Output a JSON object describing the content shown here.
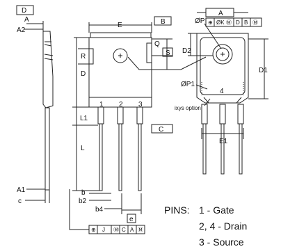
{
  "dims": {
    "D_side": "D",
    "A": "A",
    "A2": "A2",
    "A1": "A1",
    "c": "c",
    "E": "E",
    "B": "B",
    "Q": "Q",
    "S": "S",
    "R": "R",
    "D": "D",
    "L1": "L1",
    "L": "L",
    "C": "C",
    "b": "b",
    "b2": "b2",
    "b4": "b4",
    "e": "e",
    "A_right": "A",
    "P": "ØP",
    "D2": "D2",
    "D1": "D1",
    "P1": "ØP1",
    "E1": "E1"
  },
  "pin_numbers": [
    "1",
    "2",
    "3"
  ],
  "tab_number": "4",
  "ixys_option": "ixys option",
  "frame_top": {
    "symbol": "⊕",
    "cells": [
      "ØK",
      "Ⓜ",
      "D",
      "B",
      "Ⓜ"
    ]
  },
  "frame_bottom": {
    "symbol": "⊕",
    "cells": [
      "J",
      "Ⓜ",
      "C",
      "A",
      "Ⓜ"
    ]
  },
  "pins_legend": {
    "title": "PINS:",
    "line1": "1 - Gate",
    "line2": "2, 4 - Drain",
    "line3": "3 - Source"
  }
}
